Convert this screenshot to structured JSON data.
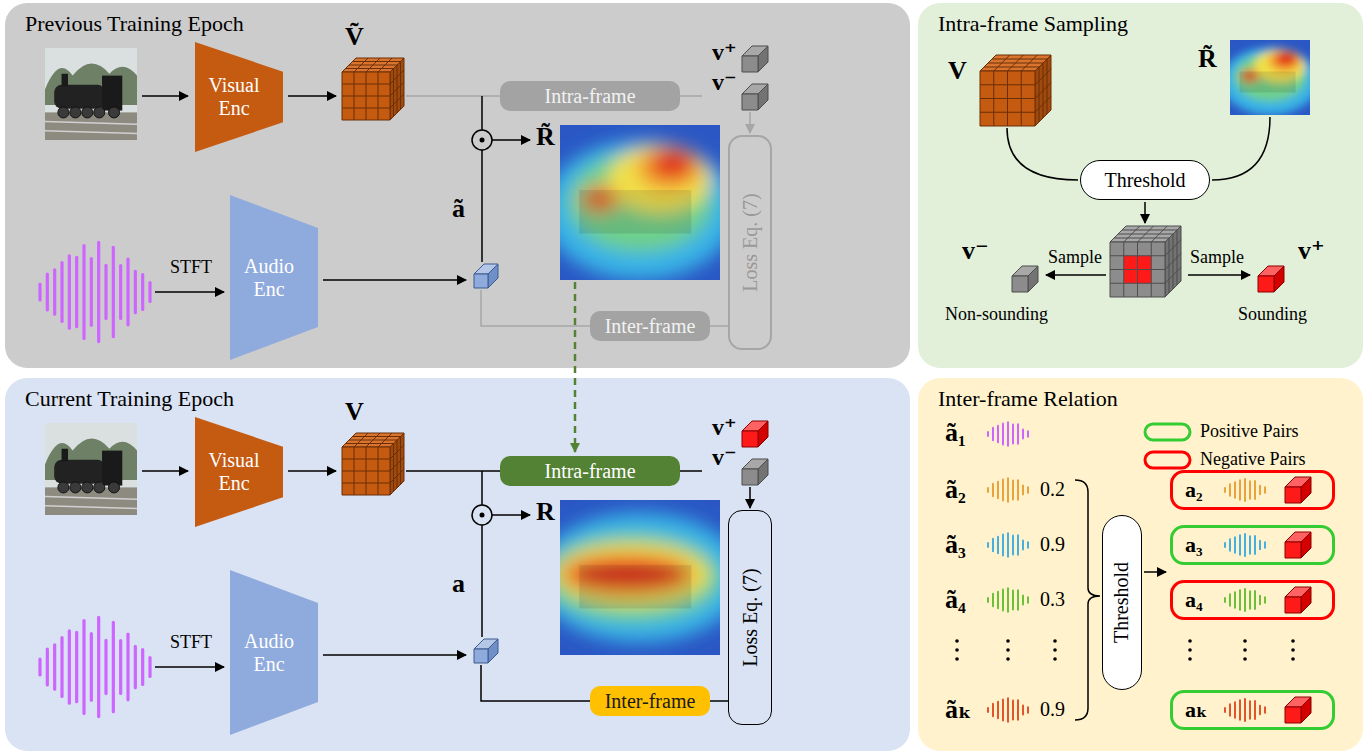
{
  "diagram": {
    "nodes": [
      {
        "text": [
          "Previous Training Epoch"
        ]
      },
      {
        "text": [
          "Visual Enc"
        ],
        "in": 0
      },
      {
        "text": [
          "Audio Enc"
        ],
        "in": 0
      },
      {
        "text": [
          "Intra-frame"
        ],
        "in": 0
      },
      {
        "text": [
          "Inter-frame"
        ],
        "in": 0
      },
      {
        "text": [
          "Loss Eq. (7)"
        ],
        "in": 0
      },
      {
        "text": [
          "Intra-frame Sampling"
        ]
      },
      {
        "text": [
          "Threshold"
        ],
        "in": 6
      },
      {
        "text": [
          "Current Training Epoch"
        ]
      },
      {
        "text": [
          "Visual Enc"
        ],
        "in": 8
      },
      {
        "text": [
          "Audio Enc"
        ],
        "in": 8
      },
      {
        "text": [
          "Intra-frame"
        ],
        "in": 8
      },
      {
        "text": [
          "Inter-frame"
        ],
        "in": 8
      },
      {
        "text": [
          "Loss Eq. (7)"
        ],
        "in": 8
      },
      {
        "text": [
          "Inter-frame Relation"
        ]
      },
      {
        "text": [
          "Threshold"
        ],
        "in": 14
      },
      {
        "text": [
          "a₂"
        ],
        "in": 14
      },
      {
        "text": [
          "a₃"
        ],
        "in": 14
      },
      {
        "text": [
          "a₄"
        ],
        "in": 14
      },
      {
        "text": [
          "aₖ"
        ],
        "in": 14
      }
    ],
    "edges": [
      {
        "from": 4,
        "to": 5,
        "arrow": "none"
      },
      {
        "from": 12,
        "to": 13,
        "arrow": "none"
      }
    ],
    "labels": [
      "Ṽ",
      "v⁺",
      "v⁻",
      "R̃",
      "ã",
      "STFT",
      "V",
      "R̃",
      "Sample",
      "Sample",
      "v⁻",
      "v⁺",
      "Non-sounding",
      "Sounding",
      "V",
      "v⁺",
      "v⁻",
      "R",
      "a",
      "STFT",
      "ã₁",
      "ã₂",
      "0.2",
      "ã₃",
      "0.9",
      "ã₄",
      "0.3",
      "ãₖ",
      "0.9"
    ],
    "legend": [
      {
        "text": "Positive Pairs"
      },
      {
        "text": "Negative Pairs"
      }
    ]
  }
}
